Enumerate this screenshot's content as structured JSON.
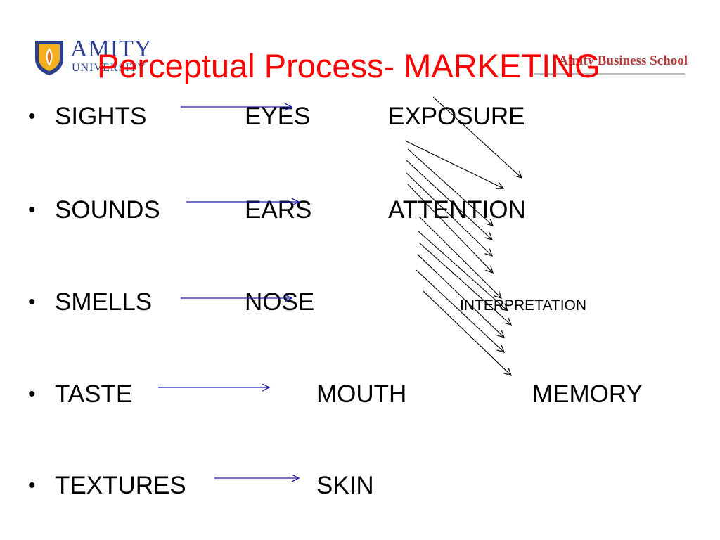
{
  "header": {
    "logo_name": "AMITY",
    "logo_sub": "UNIVERSITY",
    "school": "Amity Business School"
  },
  "title": "Perceptual Process- MARKETING",
  "rows": [
    {
      "bullet": "•",
      "stimulus": "SIGHTS",
      "organ": "EYES",
      "stage": "EXPOSURE"
    },
    {
      "bullet": "•",
      "stimulus": "SOUNDS",
      "organ": "EARS",
      "stage": "ATTENTION"
    },
    {
      "bullet": "•",
      "stimulus": "SMELLS",
      "organ": "NOSE",
      "stage": "INTERPRETATION"
    },
    {
      "bullet": "•",
      "stimulus": "TASTE",
      "organ": "MOUTH",
      "stage": "MEMORY"
    },
    {
      "bullet": "•",
      "stimulus": "TEXTURES",
      "organ": "SKIN",
      "stage": ""
    }
  ],
  "colors": {
    "title": "#ff0000",
    "school": "#b33a3a",
    "brand": "#2b3f8c",
    "arrow_blue": "#1f1fa8",
    "arrow_black": "#000000"
  },
  "icons": {
    "logo": "amity-shield-logo-icon"
  }
}
